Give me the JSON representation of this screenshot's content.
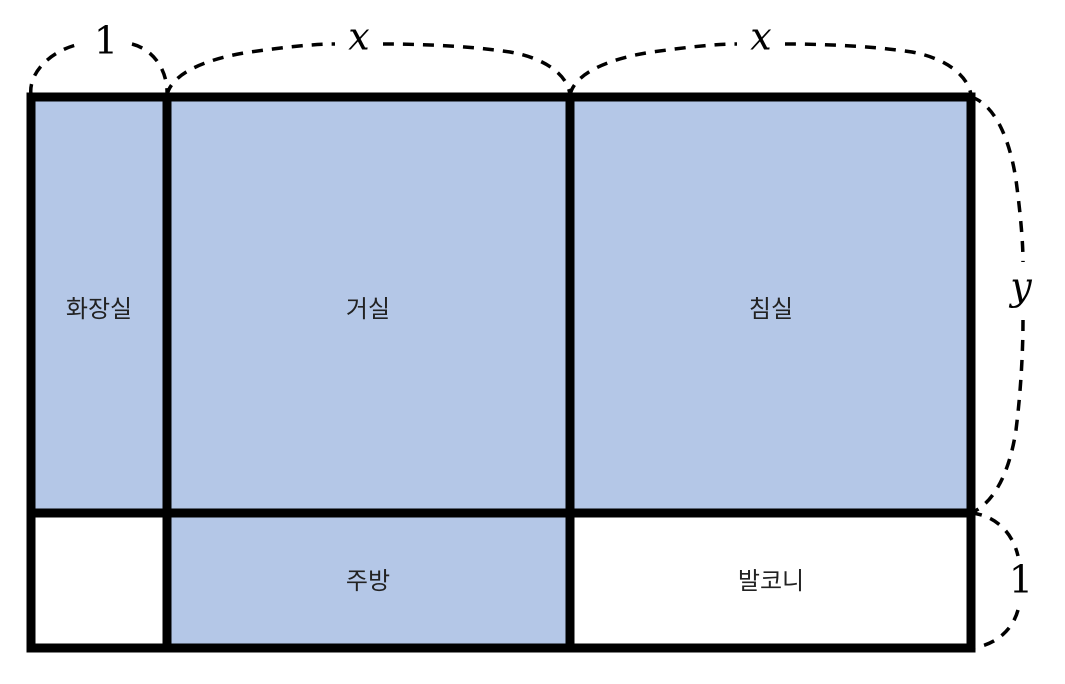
{
  "colors": {
    "room_fill": "#b4c7e7",
    "empty_fill": "#ffffff",
    "wall": "#000000"
  },
  "rooms": {
    "bathroom": "화장실",
    "living_room": "거실",
    "bedroom": "침실",
    "kitchen": "주방",
    "balcony": "발코니"
  },
  "dimensions": {
    "top_left": "1",
    "top_middle": "x",
    "top_right": "x",
    "right_upper": "y",
    "right_lower": "1"
  }
}
